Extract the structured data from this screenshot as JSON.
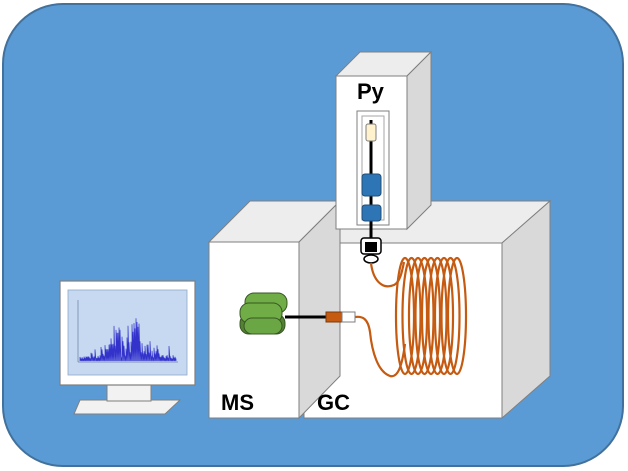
{
  "labels": {
    "pyrolyzer": "Py",
    "mass_spectrometer": "MS",
    "gas_chromatograph": "GC"
  },
  "colors": {
    "background_panel": "#5b9bd5",
    "background_border": "#41719c",
    "instrument_front": "#ffffff",
    "instrument_side": "#d9d9d9",
    "instrument_top": "#ededed",
    "column_coil": "#c55a11",
    "quadrupole": "#70ad47",
    "sample_cup": "#fff2cc",
    "furnace_block": "#2e75b6",
    "monitor_screen": "#c6d9f1",
    "spectrum_trace": "#3333cc"
  },
  "icons": [
    "computer-monitor-icon",
    "mass-spectrum-icon",
    "quadrupole-icon",
    "capillary-column-coil-icon"
  ]
}
